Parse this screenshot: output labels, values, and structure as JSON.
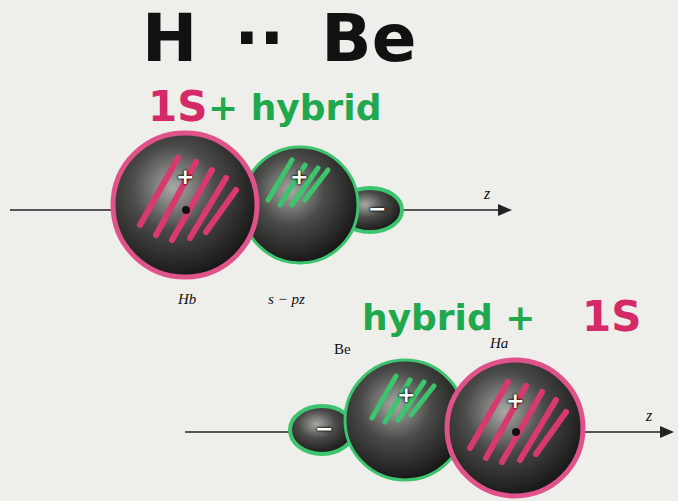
{
  "diagram": {
    "title": "H ·· Be",
    "labels": [
      "1S",
      "+ hybrid",
      "+",
      "+",
      "−",
      "z",
      "Hb",
      "s − pz",
      "hybrid +",
      "1S",
      "Be",
      "Ha",
      "−",
      "+",
      "+",
      "z"
    ]
  }
}
